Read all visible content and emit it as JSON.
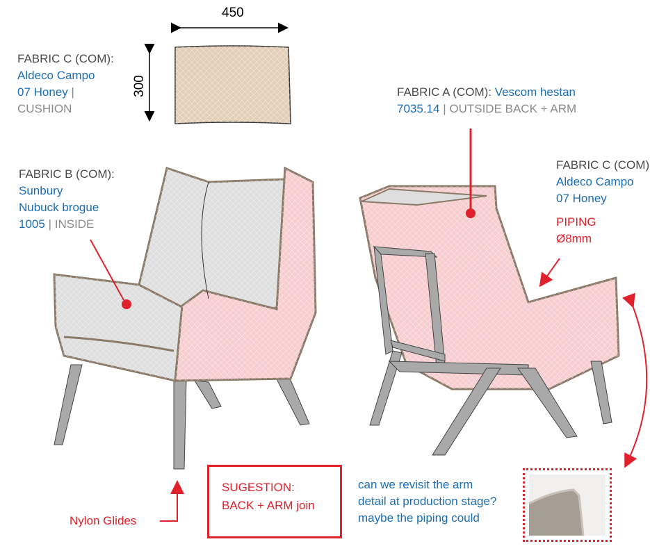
{
  "dimensions": {
    "width": "450",
    "height": "300"
  },
  "cushion_label": {
    "title": "FABRIC C (COM):",
    "name": "Aldeco Campo",
    "color": "07 Honey",
    "sep": "|",
    "part": "CUSHION"
  },
  "fabric_b": {
    "title": "FABRIC B (COM):",
    "line1": "Sunbury",
    "line2": "Nubuck brogue",
    "code": "1005",
    "sep": "|",
    "part": "INSIDE"
  },
  "fabric_a": {
    "title": "FABRIC A (COM):",
    "name": "Vescom hestan",
    "code": "7035.14",
    "sep": "|",
    "part": "OUTSIDE BACK + ARM"
  },
  "fabric_c_piping": {
    "title": "FABRIC C (COM)",
    "name": "Aldeco Campo",
    "color": "07 Honey",
    "piping": "PIPING",
    "size": "Ø8mm"
  },
  "glides_label": "Nylon Glides",
  "suggestion": {
    "line1": "SUGESTION:",
    "line2": "BACK + ARM join"
  },
  "note": {
    "line1": "can we revisit the arm",
    "line2": "detail at production stage?",
    "line3": "maybe the piping could"
  },
  "colors": {
    "blue": "#1b6db3",
    "red": "#e0202a",
    "pink_fabric": "#f7cdd0",
    "grey_fabric": "#dedede",
    "honey_fabric": "#e3cfb8",
    "leg": "#a9a9a9",
    "piping": "#8a7a6a"
  }
}
